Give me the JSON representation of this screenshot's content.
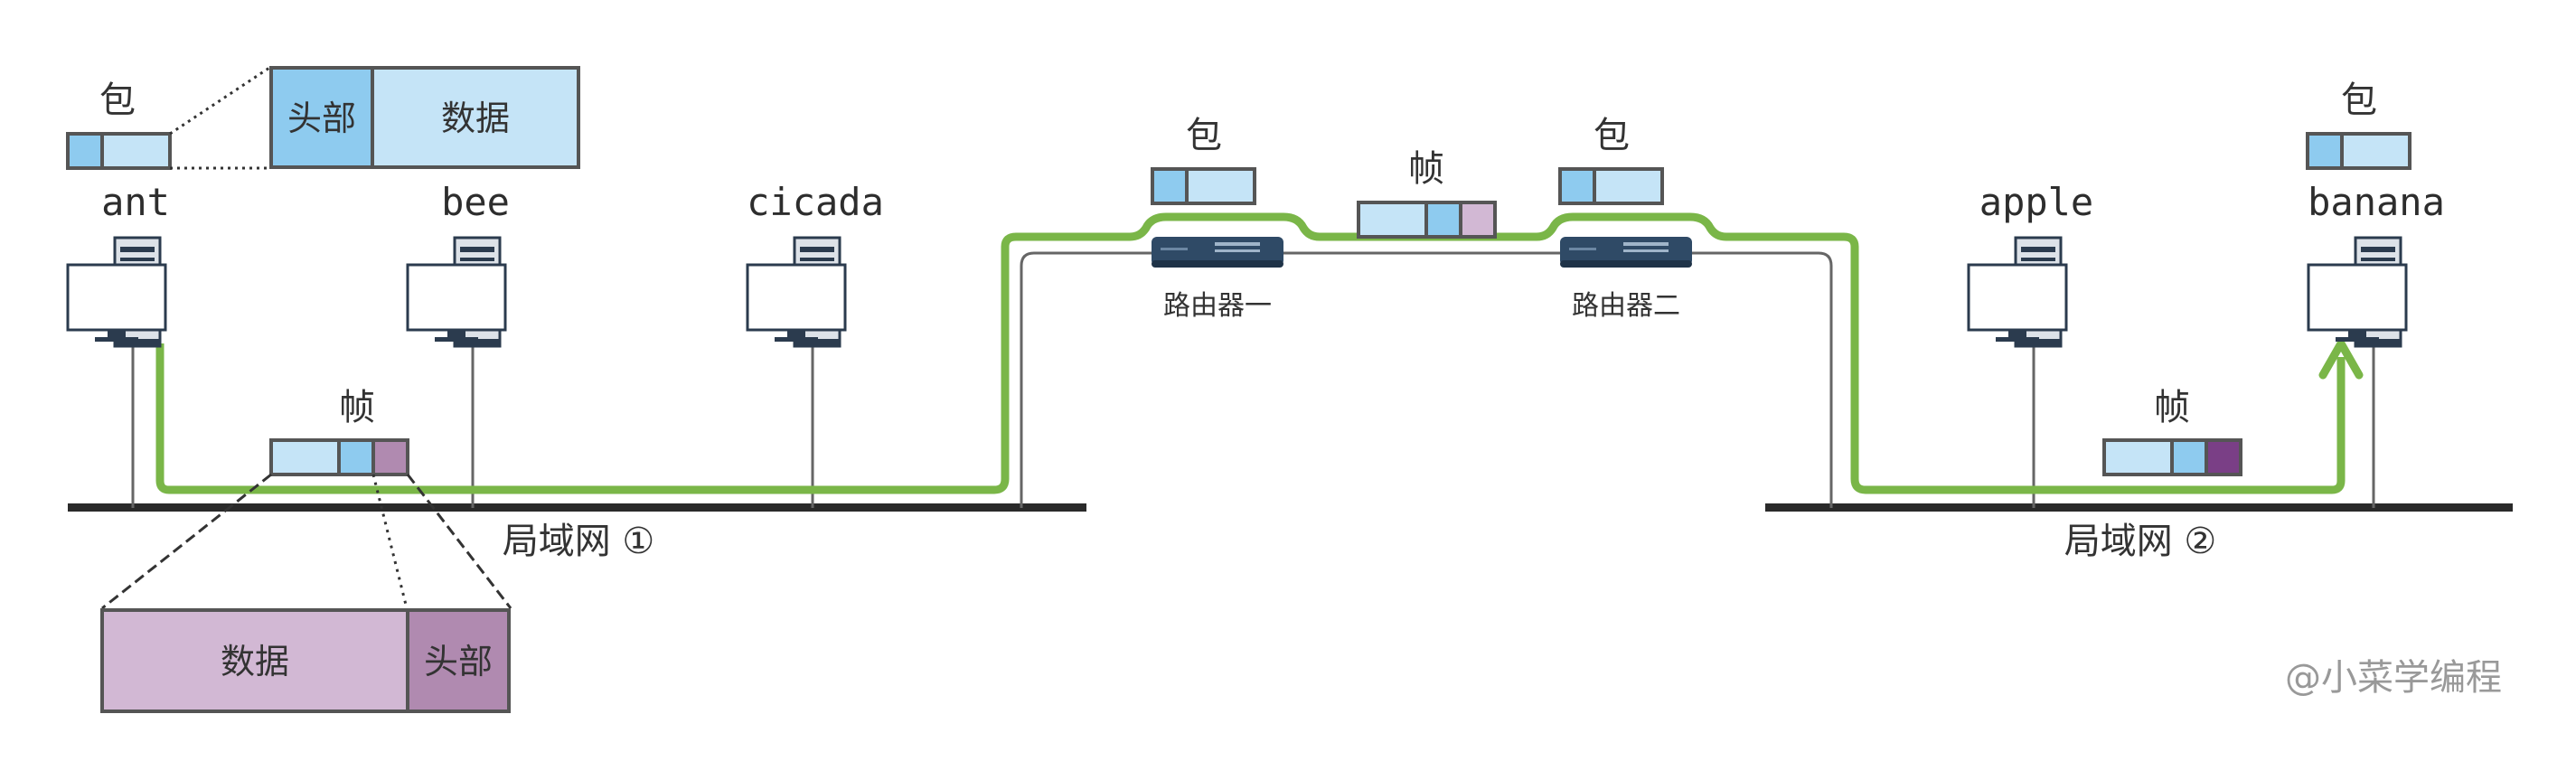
{
  "hosts": {
    "ant": "ant",
    "bee": "bee",
    "cicada": "cicada",
    "apple": "apple",
    "banana": "banana"
  },
  "routers": {
    "r1": "路由器一",
    "r2": "路由器二"
  },
  "lans": {
    "lan1": "局域网 ①",
    "lan2": "局域网 ②"
  },
  "labels": {
    "packet": "包",
    "frame": "帧",
    "header": "头部",
    "data": "数据"
  },
  "watermark": "@小菜学编程",
  "colors": {
    "path_green": "#7ab648",
    "packet_header": "#8ecbef",
    "packet_data": "#c5e4f7",
    "frame_header": "#b08ab0",
    "frame_header_dark": "#7a3f86",
    "frame_data": "#d2b8d4",
    "router_body": "#2f4a66",
    "line_gray": "#666666"
  }
}
